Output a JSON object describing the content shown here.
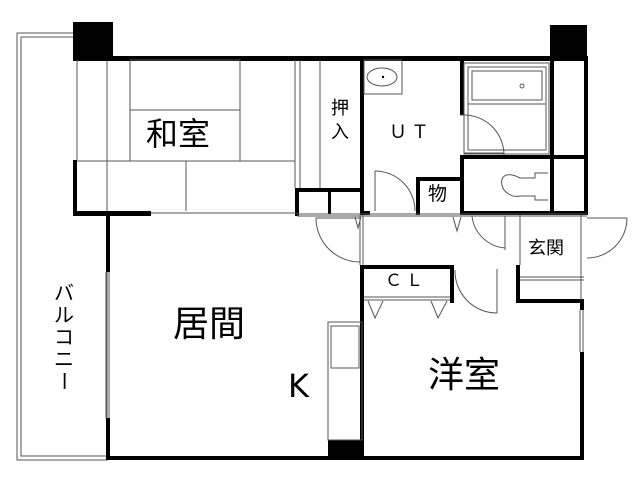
{
  "plan": {
    "rooms": {
      "washitsu": "和室",
      "oshiire_1": "押",
      "oshiire_2": "入",
      "utility": "ＵＴ",
      "storage": "物",
      "genkan": "玄関",
      "closet": "ＣＬ",
      "living": "居間",
      "kitchen": "K",
      "yoshitsu": "洋室",
      "balcony_chars": [
        "バ",
        "ル",
        "コ",
        "ニ",
        "ー"
      ]
    }
  }
}
